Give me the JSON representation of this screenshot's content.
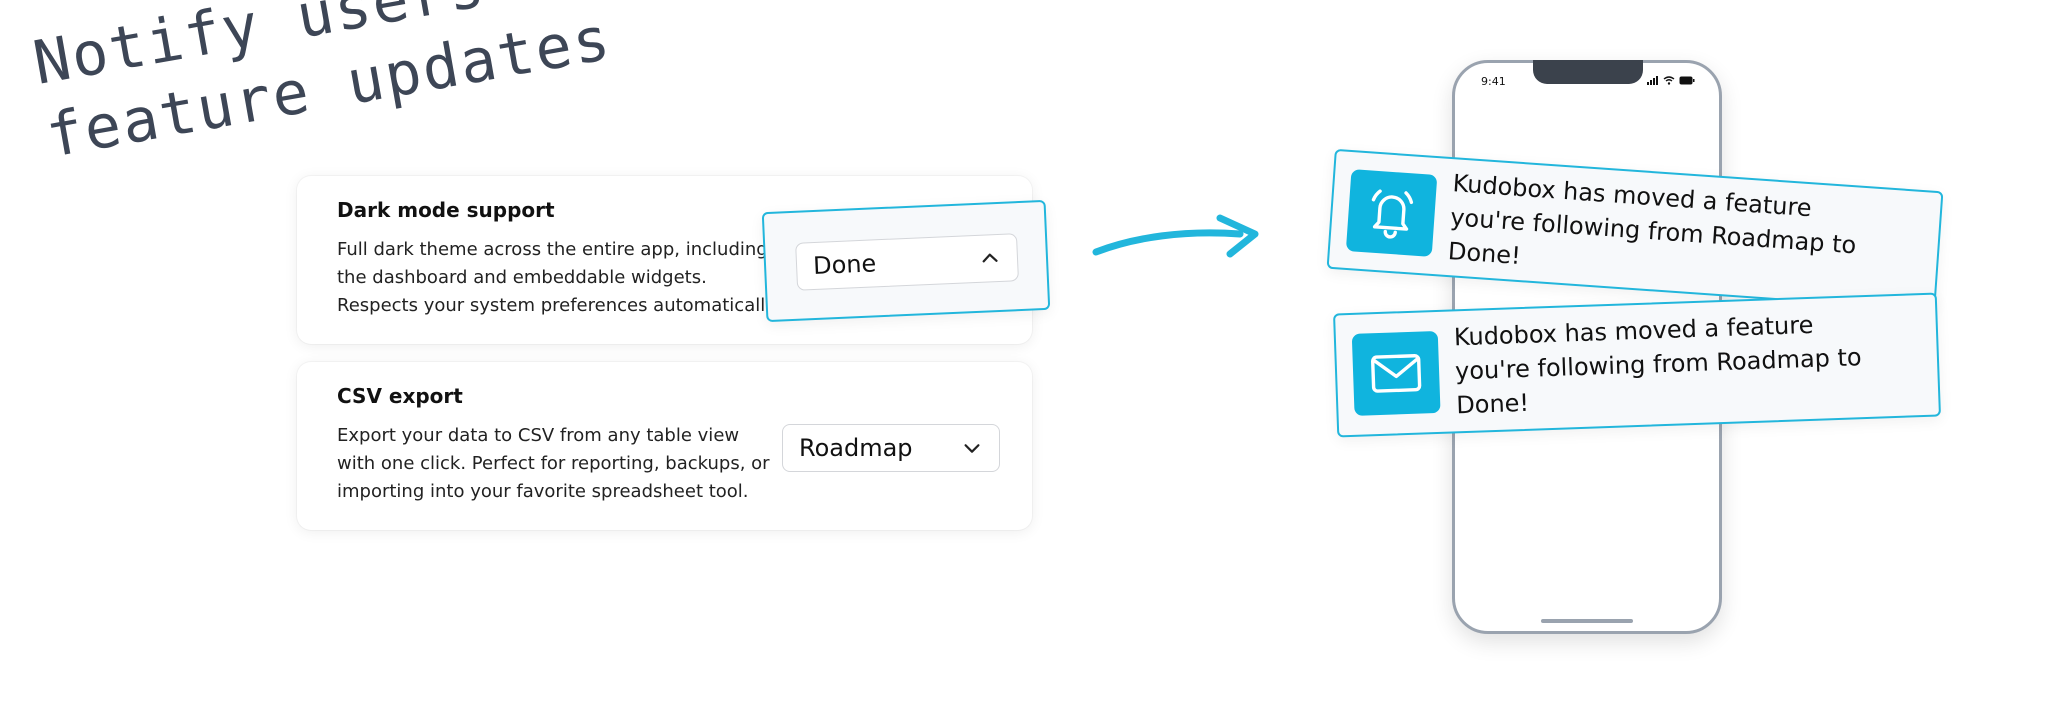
{
  "headline": {
    "line1": "Notify users on single",
    "line2": "feature updates"
  },
  "cards": [
    {
      "title": "Dark mode support",
      "description": "Full dark theme across the entire app, including the dashboard and embeddable widgets. Respects your system preferences automatically.",
      "status": "Done",
      "status_open": true
    },
    {
      "title": "CSV export",
      "description": "Export your data to CSV from any table view with one click. Perfect for reporting, backups, or importing into your favorite spreadsheet tool.",
      "status": "Roadmap",
      "status_open": false
    }
  ],
  "phone": {
    "time": "9:41"
  },
  "notifications": [
    {
      "icon": "bell-icon",
      "text": "Kudobox has moved a feature you're following from Roadmap to Done!"
    },
    {
      "icon": "mail-icon",
      "text": "Kudobox has moved a feature you're following from Roadmap to Done!"
    }
  ],
  "colors": {
    "accent": "#22b6dc",
    "icon_bg": "#10b4de",
    "headline": "#3d4656"
  }
}
